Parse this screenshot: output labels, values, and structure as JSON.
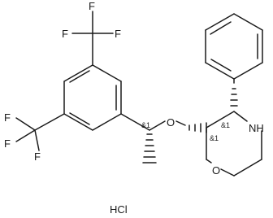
{
  "molecule": {
    "atoms": {
      "fluorine": "F",
      "oxygen": "O",
      "nitrogen_h": "NH",
      "salt": "HCl"
    },
    "stereo_label": "&1"
  }
}
